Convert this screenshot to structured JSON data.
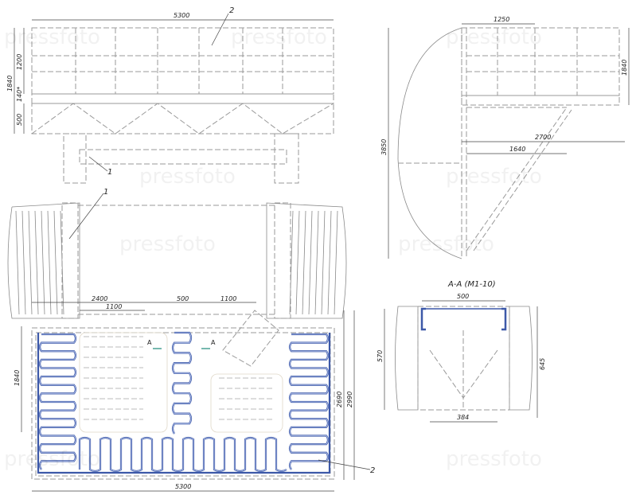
{
  "front_view": {
    "dim_width": "5300",
    "dim_total_height": "1840",
    "dim_panel": "1200",
    "dim_gap": "140*",
    "dim_truss": "500",
    "callout_panel": "2",
    "callout_support": "1"
  },
  "middle_view": {
    "callout_column": "1"
  },
  "side_view": {
    "dim_top": "1250",
    "dim_height": "1840",
    "dim_total": "3850",
    "dim_reach": "2700",
    "dim_offset": "1640"
  },
  "plan_view": {
    "dim_left": "2400",
    "dim_left_inner": "1100",
    "dim_gap": "500",
    "dim_right_inner": "1100",
    "dim_height": "1840",
    "dim_inner_depth": "2690",
    "dim_depth": "2990",
    "dim_width": "5300",
    "section_mark_left": "A",
    "section_mark_right": "A",
    "callout_heater": "2"
  },
  "section_view": {
    "title": "A-A (M1-10)",
    "dim_top": "500",
    "dim_inner": "570",
    "dim_outer": "645",
    "dim_bottom": "384"
  },
  "watermark": "pressfoto",
  "colors": {
    "pipe": "#3d59a8",
    "section_mark": "#1a8a7a"
  }
}
